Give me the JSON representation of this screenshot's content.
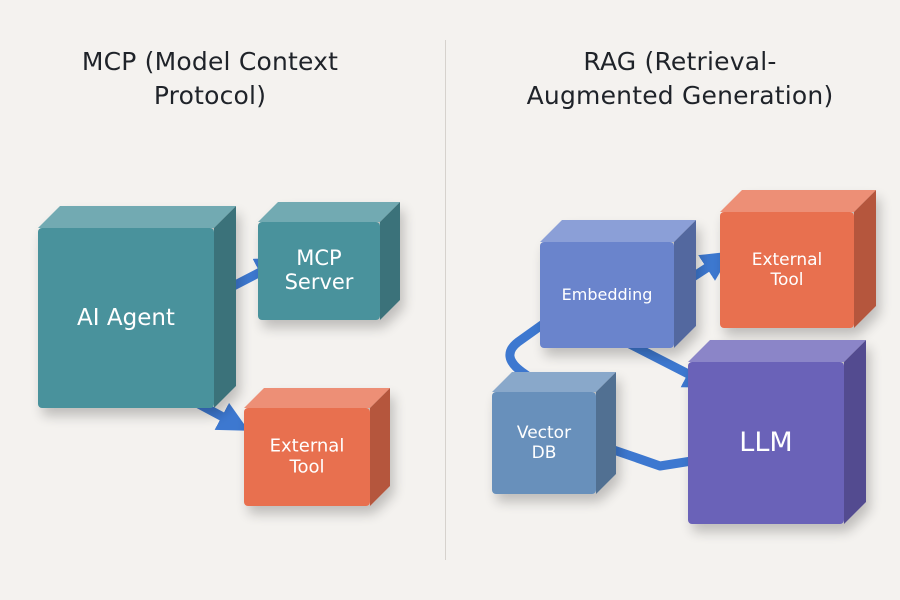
{
  "left": {
    "title_line1": "MCP (Model Context",
    "title_line2": "Protocol)",
    "nodes": {
      "ai_agent": [
        "AI Agent"
      ],
      "mcp_server": [
        "MCP",
        "Server"
      ],
      "external_tool": [
        "External",
        "Tool"
      ]
    }
  },
  "right": {
    "title_line1": "RAG (Retrieval-",
    "title_line2": "Augmented Generation)",
    "nodes": {
      "embedding": [
        "Embedding"
      ],
      "external_tool": [
        "External",
        "Tool"
      ],
      "vector_db": [
        "Vector",
        "DB"
      ],
      "llm": [
        "LLM"
      ]
    }
  },
  "colors": {
    "teal": "#4a929c",
    "orange": "#e8704f",
    "periwinkle": "#6a84cc",
    "steel": "#6890bb",
    "purple": "#6a62b8",
    "arrow": "#3d78d0"
  }
}
